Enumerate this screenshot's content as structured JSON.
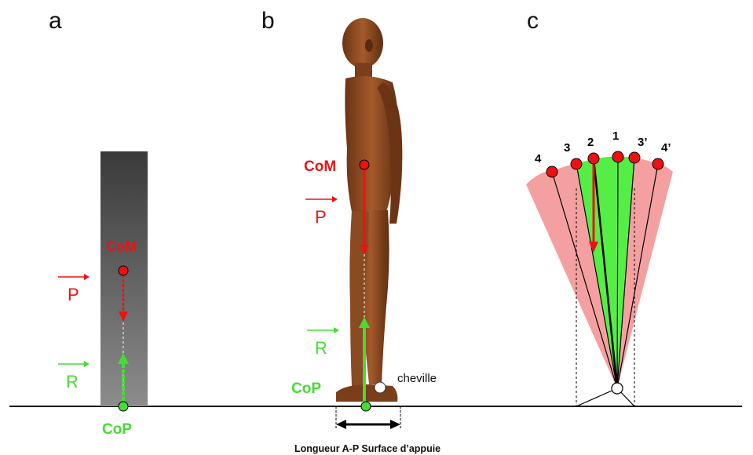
{
  "panels": {
    "a": "a",
    "b": "b",
    "c": "c"
  },
  "labels": {
    "com": "CoM",
    "cop": "CoP",
    "p": "P",
    "r": "R",
    "ankle": "cheville",
    "support_length": "Longueur A-P Surface d’appuie"
  },
  "pendulum_positions": [
    "4",
    "3",
    "2",
    "1",
    "3’",
    "4’"
  ],
  "colors": {
    "com": "#ee1111",
    "cop": "#44dd33",
    "stable_zone": "#55ee44",
    "unstable_zone": "#f5a0a0",
    "body": "#8a4a22"
  }
}
